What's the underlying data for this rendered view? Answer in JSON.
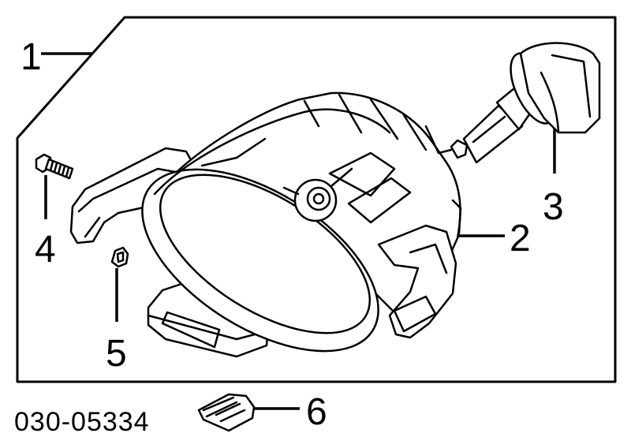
{
  "diagram": {
    "callouts": [
      {
        "id": "1",
        "label": "1"
      },
      {
        "id": "2",
        "label": "2"
      },
      {
        "id": "3",
        "label": "3"
      },
      {
        "id": "4",
        "label": "4"
      },
      {
        "id": "5",
        "label": "5"
      },
      {
        "id": "6",
        "label": "6"
      }
    ],
    "part_number": "030-05334"
  }
}
